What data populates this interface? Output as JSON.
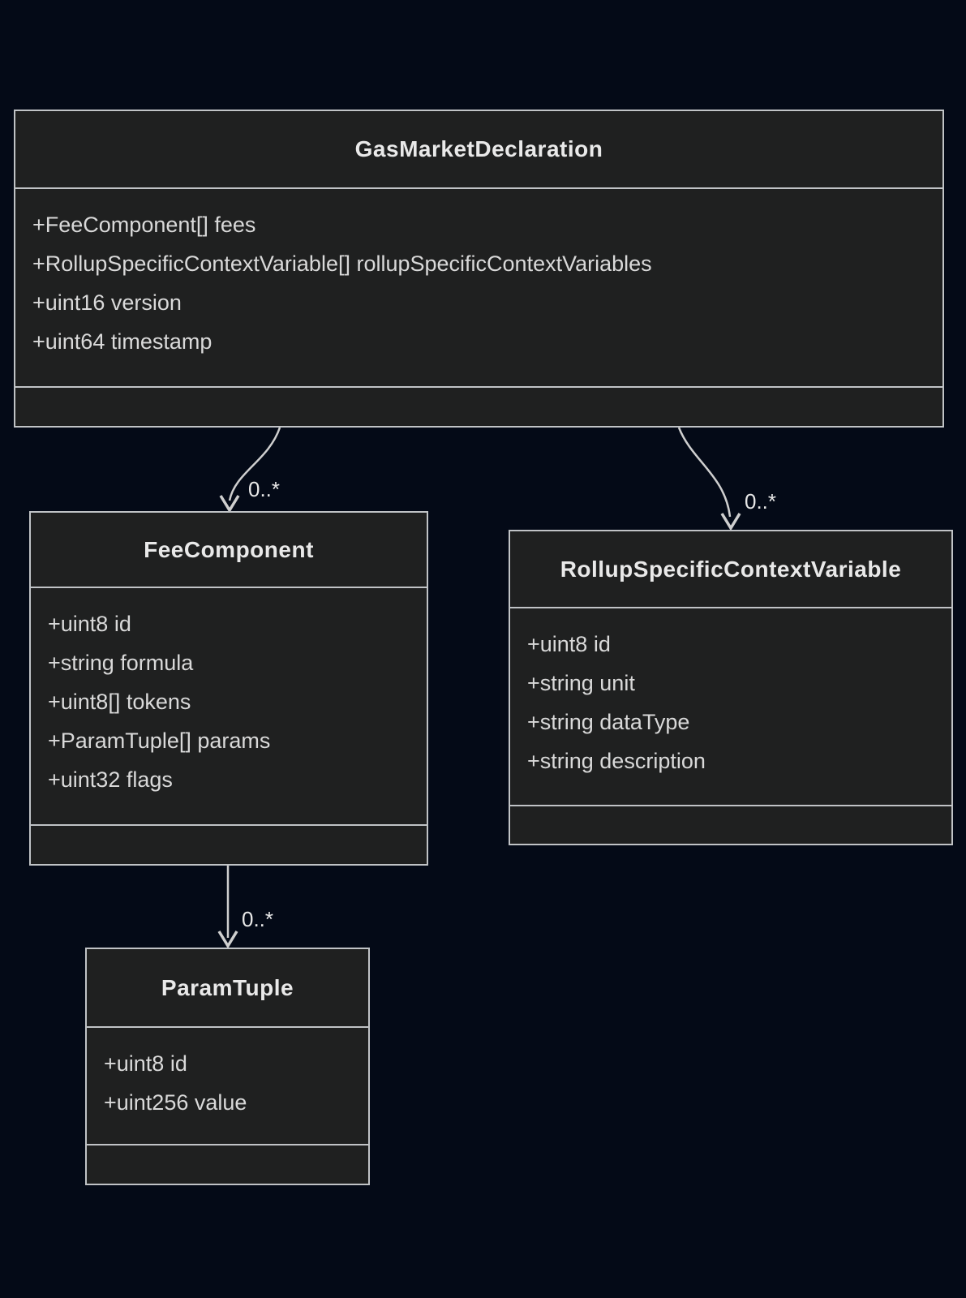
{
  "diagram": {
    "kind": "uml-class-diagram",
    "theme": "dark"
  },
  "colors": {
    "background": "#040a17",
    "class_fill": "#1f2020",
    "class_border": "#c0c3c6",
    "title_text": "#e9e9e9",
    "member_text": "#d9d9d9",
    "edge_line": "#cfcfcf",
    "edge_label_text": "#e8e8e8"
  },
  "classes": [
    {
      "name": "GasMarketDeclaration",
      "members": [
        "+FeeComponent[] fees",
        "+RollupSpecificContextVariable[] rollupSpecificContextVariables",
        "+uint16 version",
        "+uint64 timestamp"
      ],
      "methods": []
    },
    {
      "name": "FeeComponent",
      "members": [
        "+uint8 id",
        "+string formula",
        "+uint8[] tokens",
        "+ParamTuple[] params",
        "+uint32 flags"
      ],
      "methods": []
    },
    {
      "name": "RollupSpecificContextVariable",
      "members": [
        "+uint8 id",
        "+string unit",
        "+string dataType",
        "+string description"
      ],
      "methods": []
    },
    {
      "name": "ParamTuple",
      "members": [
        "+uint8 id",
        "+uint256 value"
      ],
      "methods": []
    }
  ],
  "relations": [
    {
      "from": "GasMarketDeclaration",
      "to": "FeeComponent",
      "label": "0..*"
    },
    {
      "from": "GasMarketDeclaration",
      "to": "RollupSpecificContextVariable",
      "label": "0..*"
    },
    {
      "from": "FeeComponent",
      "to": "ParamTuple",
      "label": "0..*"
    }
  ]
}
